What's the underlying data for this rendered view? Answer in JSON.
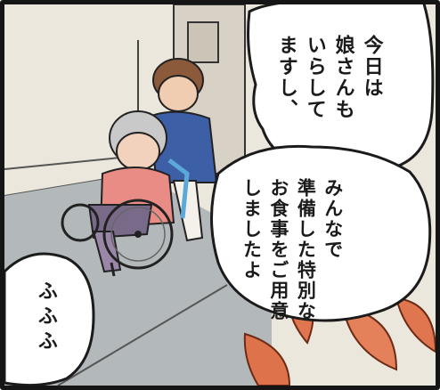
{
  "bubbles": {
    "staff_line": "今日は\n娘さんも\nいらして\nますし、",
    "staff_line_2": "みんなで\n準備した特別な\nお食事をご用意\nしましたよ",
    "elder_line": "ふふふ"
  },
  "colors": {
    "border": "#151515",
    "wall": "#ece7dd",
    "floor": "#b3b8ba",
    "leaves": "#e07650",
    "staff_shirt": "#3d5fa6",
    "elder_cardigan": "#e98c86",
    "wheelchair_frame": "#5aa9d8"
  }
}
